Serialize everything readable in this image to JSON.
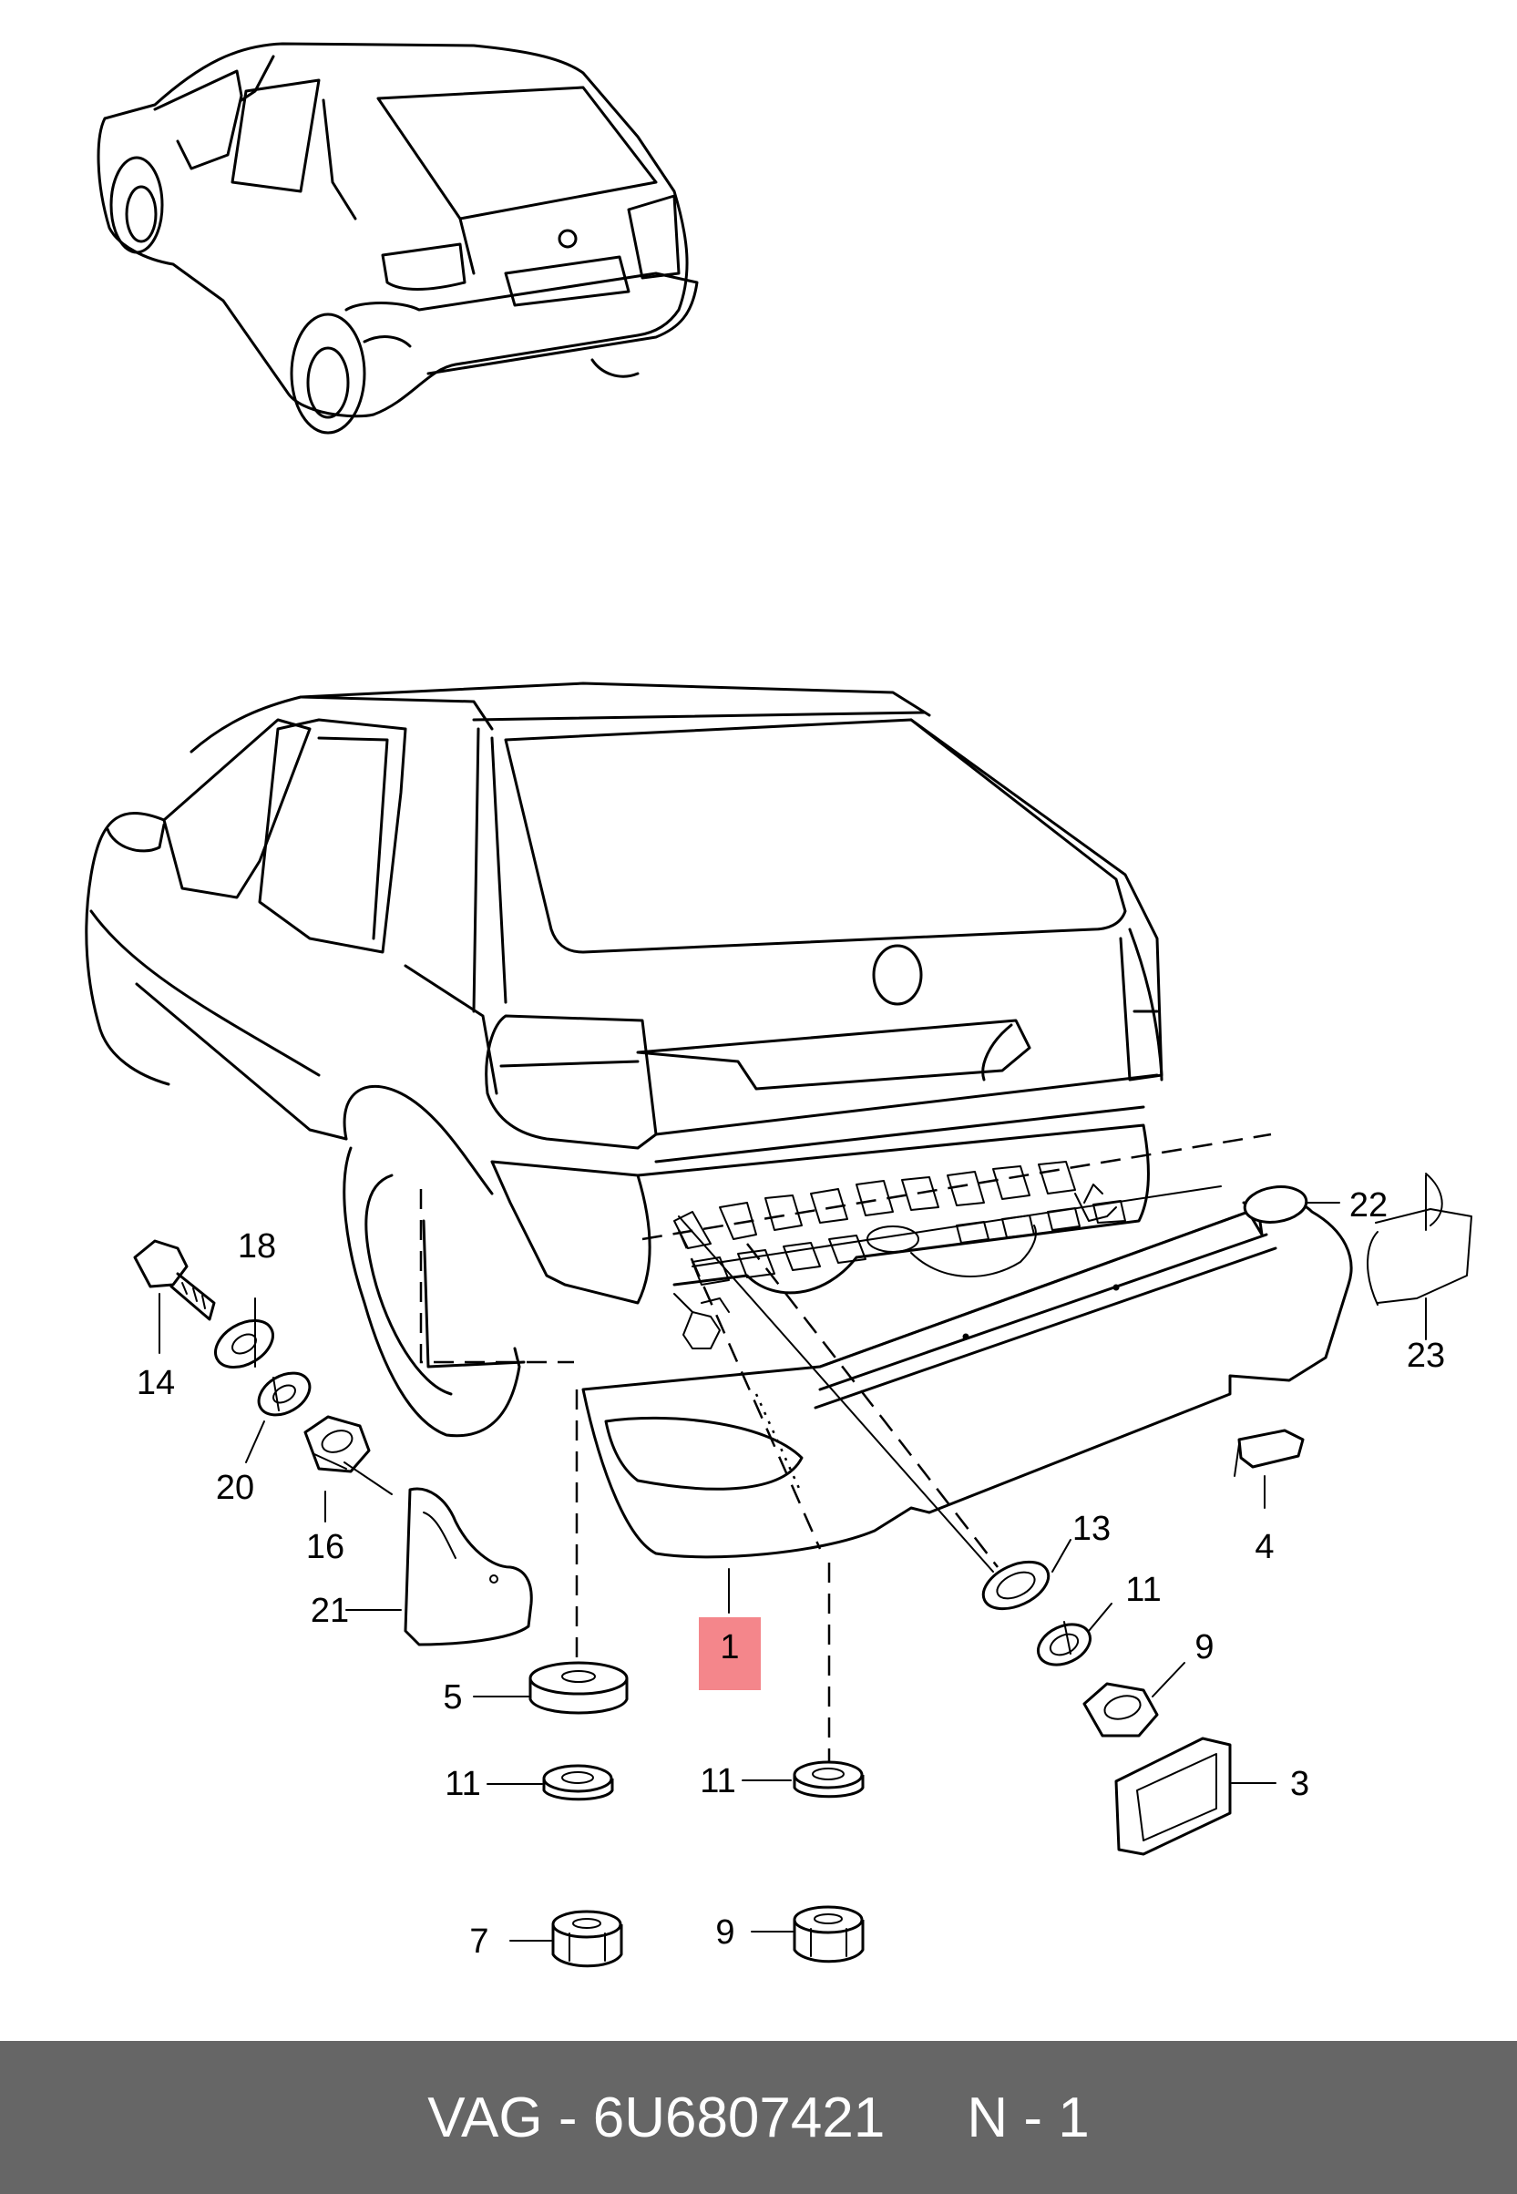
{
  "diagram": {
    "callouts": {
      "c1": "1",
      "c3": "3",
      "c4": "4",
      "c5": "5",
      "c7": "7",
      "c9a": "9",
      "c9b": "9",
      "c11a": "11",
      "c11b": "11",
      "c11c": "11",
      "c13": "13",
      "c14": "14",
      "c16": "16",
      "c18": "18",
      "c20": "20",
      "c21": "21",
      "c22": "22",
      "c23": "23"
    },
    "highlight_color": "#f4868b"
  },
  "footer": {
    "part_number": "VAG - 6U6807421",
    "position": "N - 1",
    "background": "#666666"
  }
}
